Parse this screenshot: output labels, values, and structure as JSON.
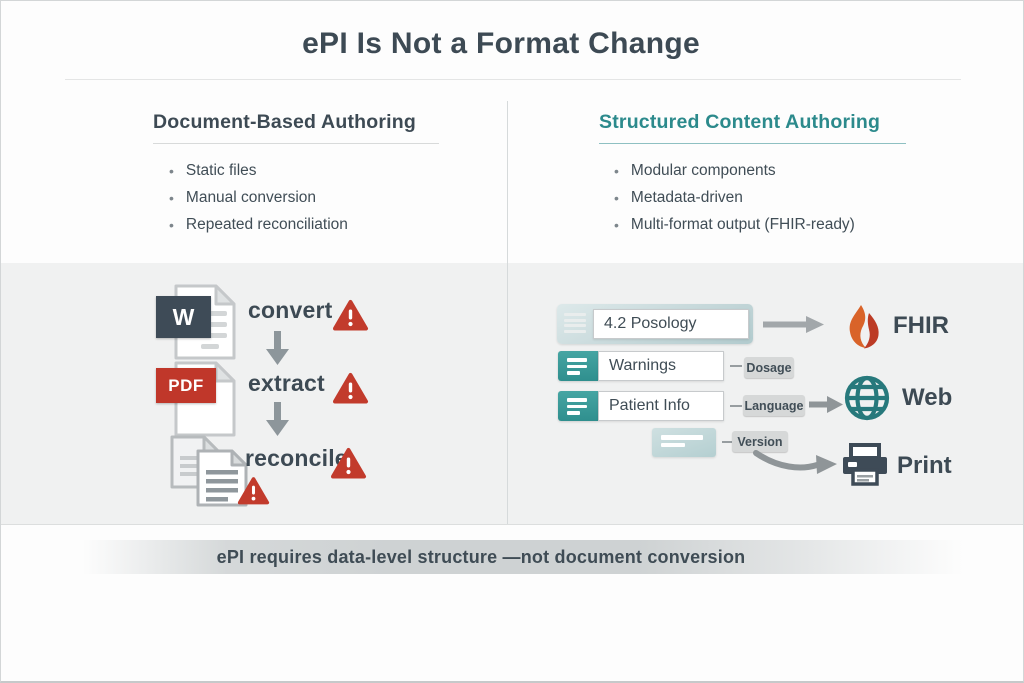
{
  "title": "ePI Is Not a Format Change",
  "glyphs": {
    "bullet": "•"
  },
  "left": {
    "heading": "Document-Based Authoring",
    "bullets": [
      "Static files",
      "Manual conversion",
      "Repeated reconciliation"
    ],
    "badges": {
      "word": "W",
      "pdf": "PDF"
    },
    "steps": [
      "convert",
      "extract",
      "reconcile"
    ]
  },
  "right": {
    "heading": "Structured Content Authoring",
    "bullets": [
      "Modular components",
      "Metadata-driven",
      "Multi-format output (FHIR-ready)"
    ],
    "modules": [
      "4.2 Posology",
      "Warnings",
      "Patient Info"
    ],
    "tags": [
      "Dosage",
      "Language",
      "Version"
    ],
    "outputs": [
      "FHIR",
      "Web",
      "Print"
    ]
  },
  "footer": "ePI requires data-level structure —not document conversion",
  "icons": {
    "word_doc": "word-document-icon",
    "pdf_doc": "pdf-document-icon",
    "stacked_docs": "stacked-documents-icon",
    "warning": "warning-triangle-icon",
    "arrow_down": "arrow-down-icon",
    "arrow_right": "arrow-right-icon",
    "fhir": "flame-icon",
    "web": "globe-icon",
    "print": "printer-icon"
  },
  "colors": {
    "heading_dark": "#3d4a54",
    "heading_teal": "#2c8a8c",
    "alert_red": "#c23b2c",
    "teal_block": "#3a9c9b",
    "teal_block_light": "#bfd9da",
    "arrow_gray": "#8f979c",
    "band_gray": "#f0f1f1",
    "banner_gray": "#ced2d3"
  }
}
